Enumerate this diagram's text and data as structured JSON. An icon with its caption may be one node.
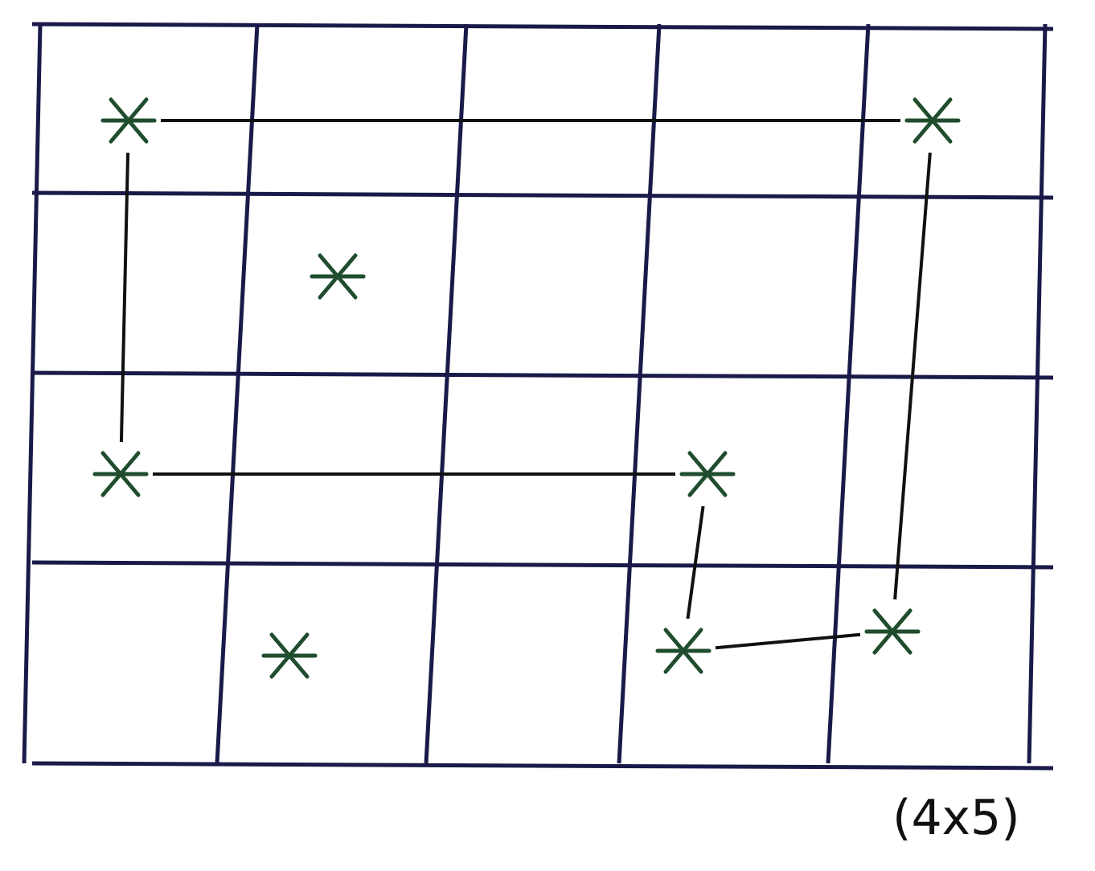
{
  "diagram": {
    "nodes": [
      {
        "text": [],
        "shape": "star"
      },
      {
        "text": [],
        "shape": "star"
      },
      {
        "text": [],
        "shape": "star"
      },
      {
        "text": [],
        "shape": "star"
      },
      {
        "text": [],
        "shape": "star"
      },
      {
        "text": [],
        "shape": "star"
      },
      {
        "text": [],
        "shape": "star"
      },
      {
        "text": [],
        "shape": "star"
      }
    ],
    "edges": [
      {
        "from": 0,
        "to": 1,
        "arrow": "none"
      },
      {
        "from": 0,
        "to": 3,
        "arrow": "none"
      },
      {
        "from": 3,
        "to": 4,
        "arrow": "none"
      },
      {
        "from": 4,
        "to": 6,
        "arrow": "none"
      },
      {
        "from": 6,
        "to": 7,
        "arrow": "none"
      },
      {
        "from": 7,
        "to": 1,
        "arrow": "none"
      }
    ],
    "labels": [
      "(4x5)"
    ]
  }
}
